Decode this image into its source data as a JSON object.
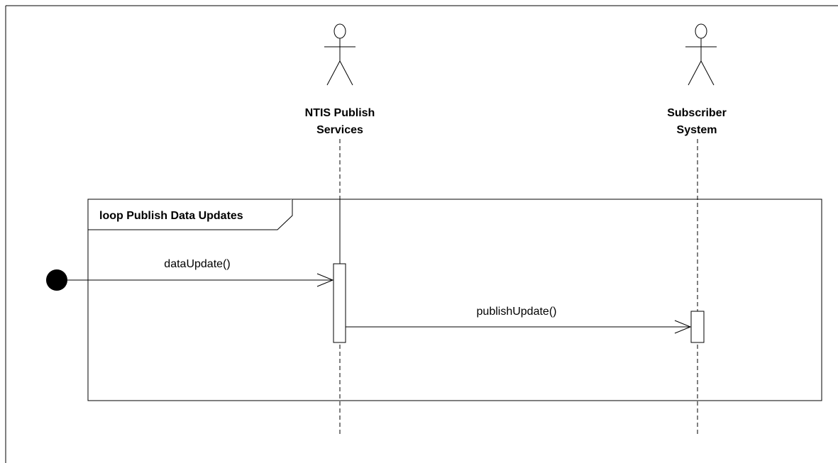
{
  "diagram_type": "UML sequence diagram",
  "actors": [
    {
      "id": "ntis",
      "name_line1": "NTIS Publish",
      "name_line2": "Services"
    },
    {
      "id": "subscriber",
      "name_line1": "Subscriber",
      "name_line2": "System"
    }
  ],
  "frame": {
    "operator": "loop",
    "label": "loop Publish Data Updates"
  },
  "messages": [
    {
      "from": "found-message",
      "to": "NTIS Publish Services",
      "label": "dataUpdate()"
    },
    {
      "from": "NTIS Publish Services",
      "to": "Subscriber System",
      "label": "publishUpdate()"
    }
  ],
  "colors": {
    "line": "#000000",
    "background": "#ffffff"
  }
}
